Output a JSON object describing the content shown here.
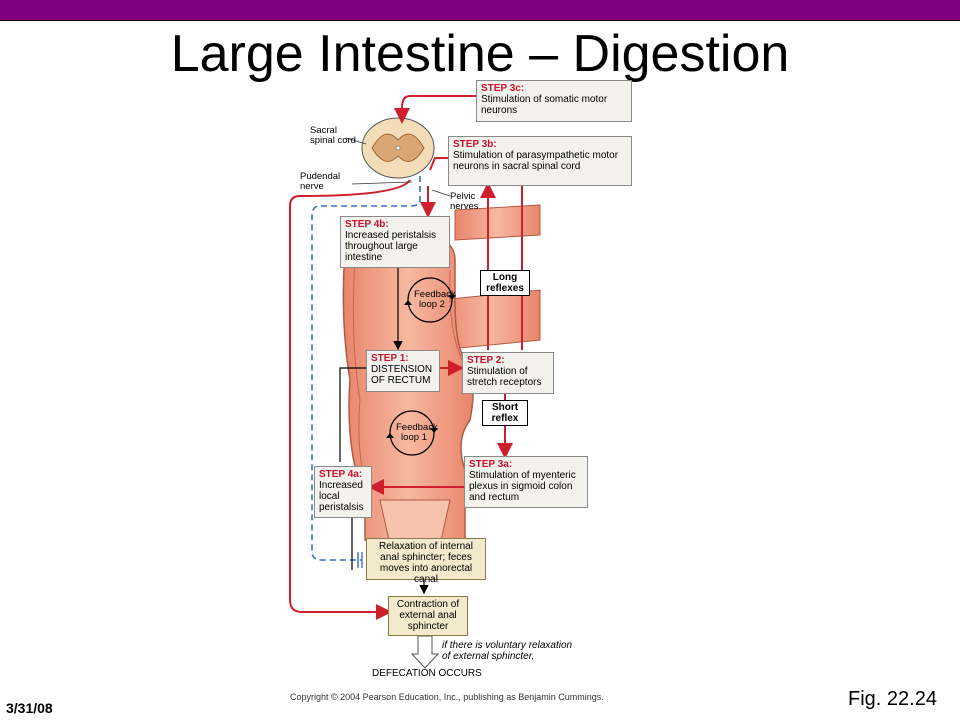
{
  "slide": {
    "title": "Large Intestine – Digestion",
    "date": "3/31/08",
    "figure": "Fig. 22.24",
    "copyright": "Copyright © 2004 Pearson Education, Inc., publishing as Benjamin Cummings."
  },
  "diagram": {
    "labels": {
      "sacral_spinal_cord": "Sacral spinal cord",
      "pudendal_nerve": "Pudendal nerve",
      "pelvic_nerves": "Pelvic nerves",
      "feedback_loop_2": "Feedback loop 2",
      "feedback_loop_1": "Feedback loop 1",
      "voluntary_note": "if there is voluntary relaxation of external sphincter,",
      "defecation": "DEFECATION OCCURS"
    },
    "reflexes": {
      "long": "Long reflexes",
      "short": "Short reflex"
    },
    "steps": {
      "s3c": {
        "step": "STEP 3c:",
        "text": "Stimulation of somatic motor neurons"
      },
      "s3b": {
        "step": "STEP 3b:",
        "text": "Stimulation of parasympathetic motor neurons in sacral spinal cord"
      },
      "s4b": {
        "step": "STEP 4b:",
        "text": "Increased peristalsis throughout large intestine"
      },
      "s1": {
        "step": "STEP 1:",
        "text": "DISTENSION OF RECTUM"
      },
      "s2": {
        "step": "STEP 2:",
        "text": "Stimulation of stretch receptors"
      },
      "s3a": {
        "step": "STEP 3a:",
        "text": "Stimulation of myenteric plexus in sigmoid colon and rectum"
      },
      "s4a": {
        "step": "STEP 4a:",
        "text": "Increased local peristalsis"
      },
      "relax": {
        "text": "Relaxation of internal anal sphincter; feces moves into anorectal canal"
      },
      "contract": {
        "text": "Contraction of external anal sphincter"
      }
    },
    "colors": {
      "nerve_red": "#d01f2c",
      "dashed_blue": "#3a6fc4",
      "tissue": "#f2a58a",
      "tissue_dark": "#e07a63"
    }
  }
}
